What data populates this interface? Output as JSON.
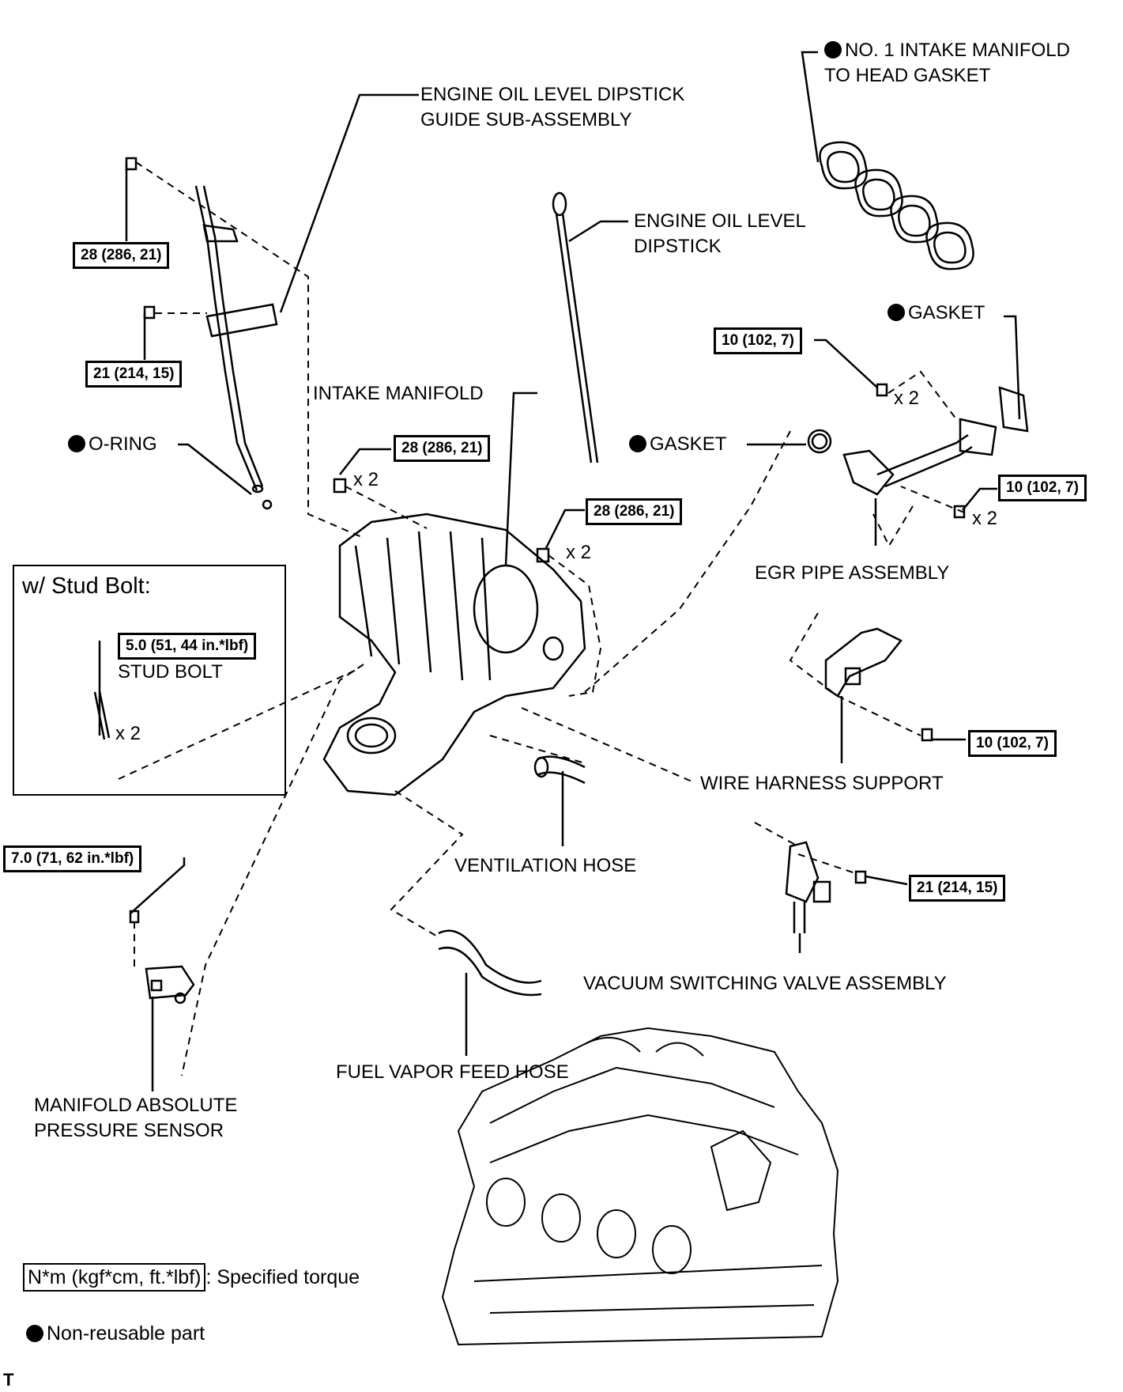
{
  "labels": {
    "gasket_no1": "NO. 1 INTAKE MANIFOLD\nTO HEAD GASKET",
    "dipstick_guide": "ENGINE OIL LEVEL DIPSTICK\nGUIDE SUB-ASSEMBLY",
    "dipstick": "ENGINE OIL LEVEL\nDIPSTICK",
    "gasket_egr_top": "GASKET",
    "intake_manifold": "INTAKE MANIFOLD",
    "o_ring": "O-RING",
    "gasket_mid": "GASKET",
    "egr_pipe": "EGR PIPE ASSEMBLY",
    "wire_harness": "WIRE HARNESS SUPPORT",
    "ventilation_hose": "VENTILATION HOSE",
    "vsv": "VACUUM SWITCHING VALVE ASSEMBLY",
    "fuel_vapor_hose": "FUEL VAPOR FEED HOSE",
    "map_sensor": "MANIFOLD ABSOLUTE\nPRESSURE SENSOR",
    "stud_bolt": "STUD BOLT"
  },
  "torques": {
    "guide_upper": "28 (286, 21)",
    "guide_lower": "21 (214, 15)",
    "manifold_upper": "28 (286, 21)",
    "manifold_right": "28 (286, 21)",
    "egr_upper": "10 (102, 7)",
    "egr_lower": "10 (102, 7)",
    "harness_support": "10 (102, 7)",
    "vsv": "21 (214, 15)",
    "map_sensor": "7.0 (71, 62 in.*lbf)",
    "stud_bolt": "5.0 (51, 44 in.*lbf)"
  },
  "counts": {
    "manifold_upper": "x 2",
    "manifold_right": "x 2",
    "egr_upper": "x 2",
    "egr_lower": "x 2",
    "stud_bolt": "x 2"
  },
  "inset": {
    "title": "w/ Stud Bolt:"
  },
  "legend": {
    "torque_box": "N*m (kgf*cm, ft.*lbf)",
    "torque_text": ": Specified torque",
    "nonreusable_text": "Non-reusable part"
  },
  "corner_mark": "T"
}
